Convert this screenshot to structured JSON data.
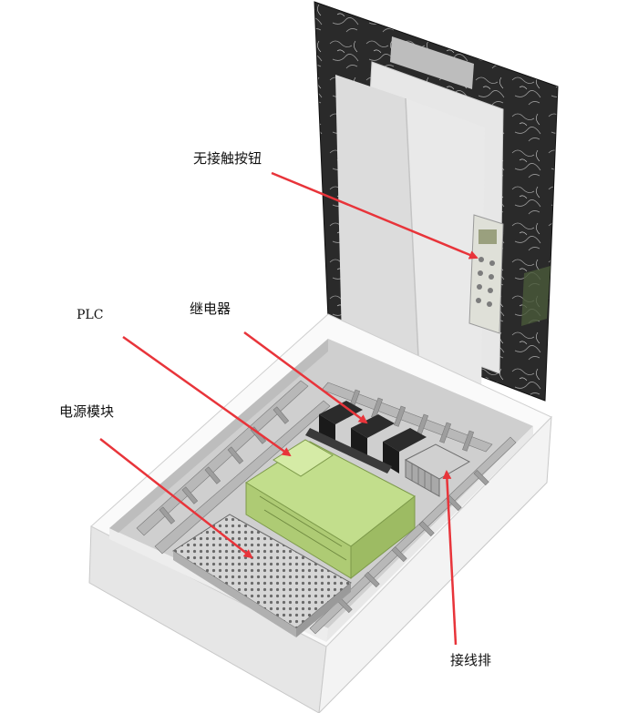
{
  "labels": {
    "touchless_button": "无接触按钮",
    "plc": "PLC",
    "relay": "继电器",
    "power_module": "电源模块",
    "terminal_block": "接线排"
  },
  "colors": {
    "arrow": "#e8343a",
    "plc_body": "#c2de8c",
    "box_wall": "#f1f1f1",
    "door_panel": "#262626",
    "door_sheet": "#e4e4e4",
    "relay": "#2b2b2b"
  }
}
